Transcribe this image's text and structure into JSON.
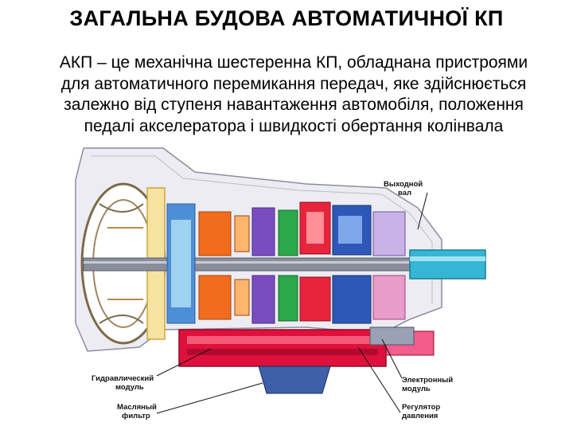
{
  "title": "ЗАГАЛЬНА БУДОВА АВТОМАТИЧНОЇ  КП",
  "description": [
    "АКП – це механічна шестеренна КП, обладнана пристроями",
    "для автоматичного перемикання передач, яке здійснюється",
    "залежно від ступеня навантаження автомобіля, положення",
    "педалі акселератора і швидкості обертання колінвала"
  ],
  "figure": {
    "labels": {
      "output_shaft": [
        "Выходной",
        "вал"
      ],
      "hydraulic_module": [
        "Гидравлический",
        "модуль"
      ],
      "oil_filter": [
        "Масляный",
        "фильтр"
      ],
      "electronic_module": [
        "Электронный",
        "модуль"
      ],
      "pressure_regulator": [
        "Регулятор",
        "давления"
      ]
    },
    "colors": {
      "hydraulic_module": "#e0103c",
      "housing": "#d9d9e3",
      "output_shaft": "#35b6d4",
      "shaft": "#7b7f8c",
      "clutch_orange": "#f26c1d",
      "clutch_purple": "#7a4cc2",
      "planetary_blue": "#2d57b8",
      "green": "#2aa84a"
    }
  }
}
